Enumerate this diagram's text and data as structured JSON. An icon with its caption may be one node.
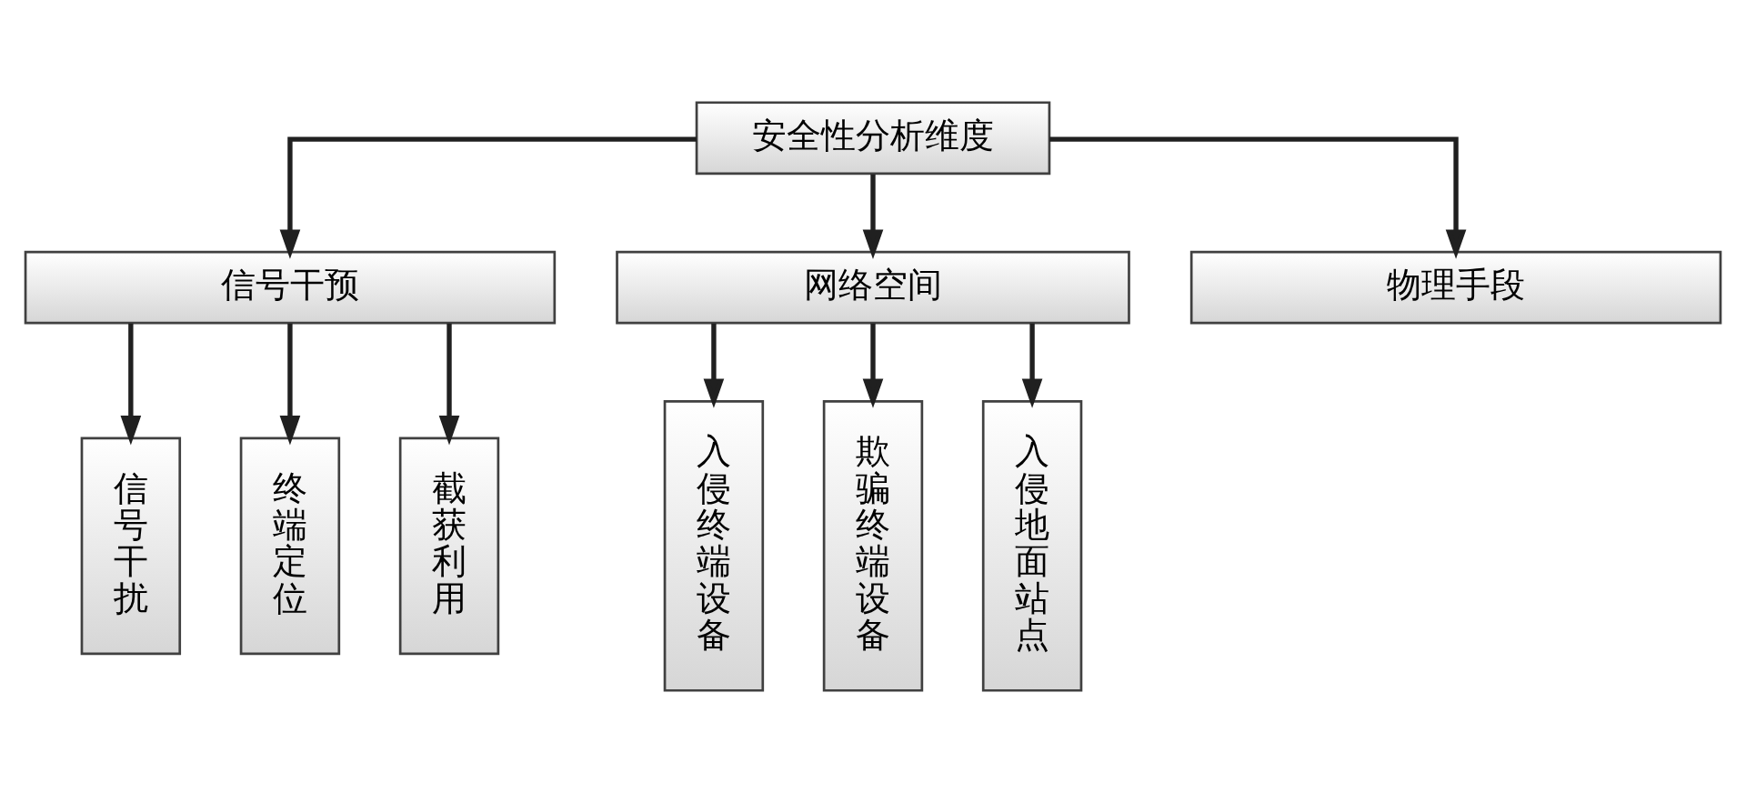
{
  "diagram": {
    "nodes": [
      {
        "text": [
          "安全性分析维度"
        ]
      },
      {
        "text": [
          "信号干预"
        ]
      },
      {
        "text": [
          "网络空间"
        ]
      },
      {
        "text": [
          "物理手段"
        ]
      },
      {
        "text": [
          "信号干扰"
        ]
      },
      {
        "text": [
          "终端定位"
        ]
      },
      {
        "text": [
          "截获利用"
        ]
      },
      {
        "text": [
          "入侵终端设备"
        ]
      },
      {
        "text": [
          "欺骗终端设备"
        ]
      },
      {
        "text": [
          "入侵地面站点"
        ]
      }
    ],
    "edges": [
      {
        "from": 0,
        "to": 1,
        "arrow": "to"
      },
      {
        "from": 0,
        "to": 2,
        "arrow": "to"
      },
      {
        "from": 0,
        "to": 3,
        "arrow": "to"
      },
      {
        "from": 1,
        "to": 4,
        "arrow": "to"
      },
      {
        "from": 1,
        "to": 5,
        "arrow": "to"
      },
      {
        "from": 1,
        "to": 6,
        "arrow": "to"
      },
      {
        "from": 2,
        "to": 7,
        "arrow": "to"
      },
      {
        "from": 2,
        "to": 8,
        "arrow": "to"
      },
      {
        "from": 2,
        "to": 9,
        "arrow": "to"
      }
    ]
  }
}
